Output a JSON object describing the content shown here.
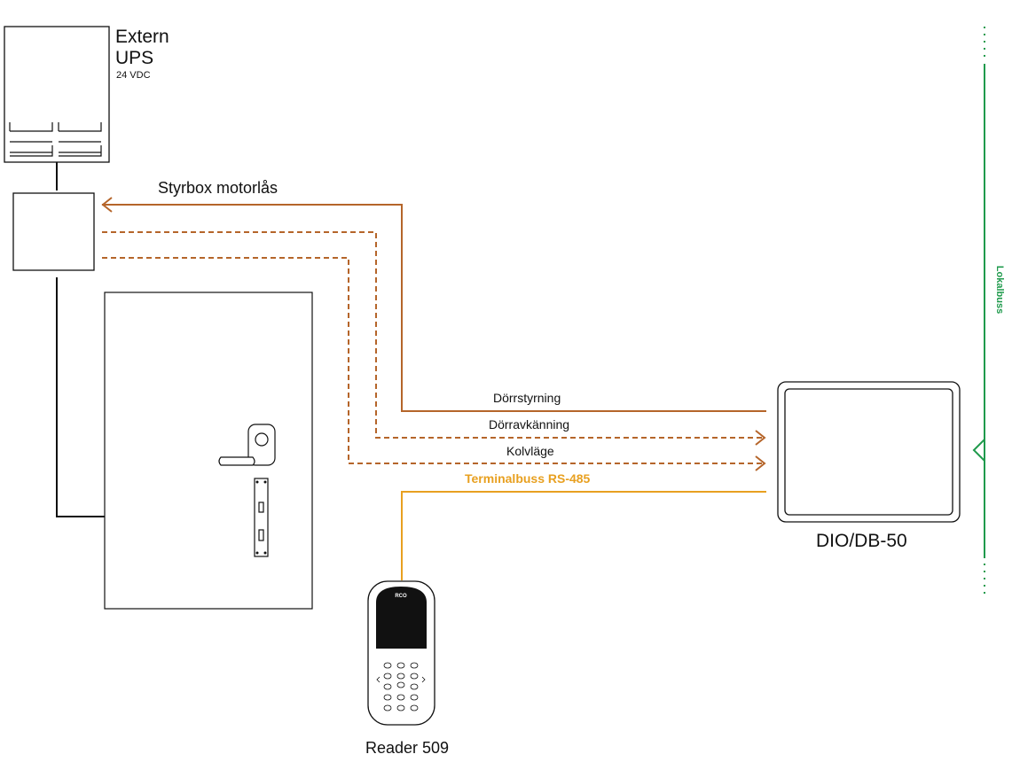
{
  "ups": {
    "title_line1": "Extern",
    "title_line2": "UPS",
    "voltage": "24 VDC"
  },
  "control_box": {
    "label": "Styrbox motorlås"
  },
  "signals": {
    "door_control": "Dörrstyrning",
    "door_sensing": "Dörravkänning",
    "bolt_position": "Kolvläge",
    "terminal_bus": "Terminalbuss RS-485"
  },
  "controller": {
    "label": "DIO/DB-50"
  },
  "reader": {
    "label": "Reader 509",
    "brand": "RCO"
  },
  "local_bus": {
    "label": "Lokalbuss"
  },
  "colors": {
    "signal_line": "#b5652a",
    "terminal_bus": "#e8a020",
    "local_bus": "#1f9a4c",
    "outline": "#111111"
  }
}
